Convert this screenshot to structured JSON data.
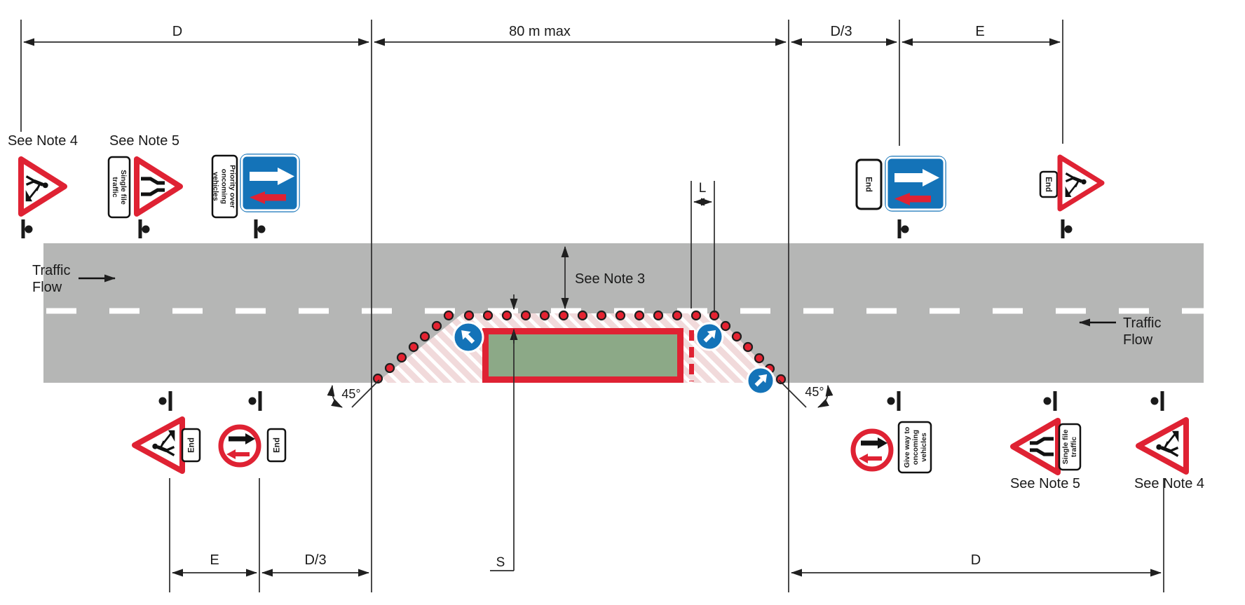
{
  "colors": {
    "road": "#b5b6b5",
    "centerline": "#ffffff",
    "cone": "#e52231",
    "sign_red": "#df2233",
    "sign_blue": "#1473b8",
    "works_green": "#8ca987",
    "hatch_pink": "#f1dadb",
    "hatch_stripe": "#ffffff",
    "post_black": "#1a1a1a"
  },
  "dims": {
    "top": {
      "d": "D",
      "span": "80 m max",
      "d3": "D/3",
      "e": "E"
    },
    "bottom": {
      "e": "E",
      "d3": "D/3",
      "d": "D"
    }
  },
  "annotations": {
    "see_note_3": "See Note 3",
    "l": "L",
    "s": "S",
    "angle_left": "45°",
    "angle_right": "45°"
  },
  "notes": {
    "left_4": "See Note 4",
    "left_5": "See Note 5",
    "right_5": "See Note 5",
    "right_4": "See Note 4"
  },
  "traffic_flow": {
    "line1": "Traffic",
    "line2": "Flow"
  },
  "signs": {
    "end": "End",
    "single_file": {
      "line1": "Single file",
      "line2": "traffic"
    },
    "priority": {
      "line1": "Priority over",
      "line2": "oncoming",
      "line3": "vehicles"
    },
    "give_way": {
      "line1": "Give way to",
      "line2": "oncoming",
      "line3": "vehicles"
    }
  }
}
